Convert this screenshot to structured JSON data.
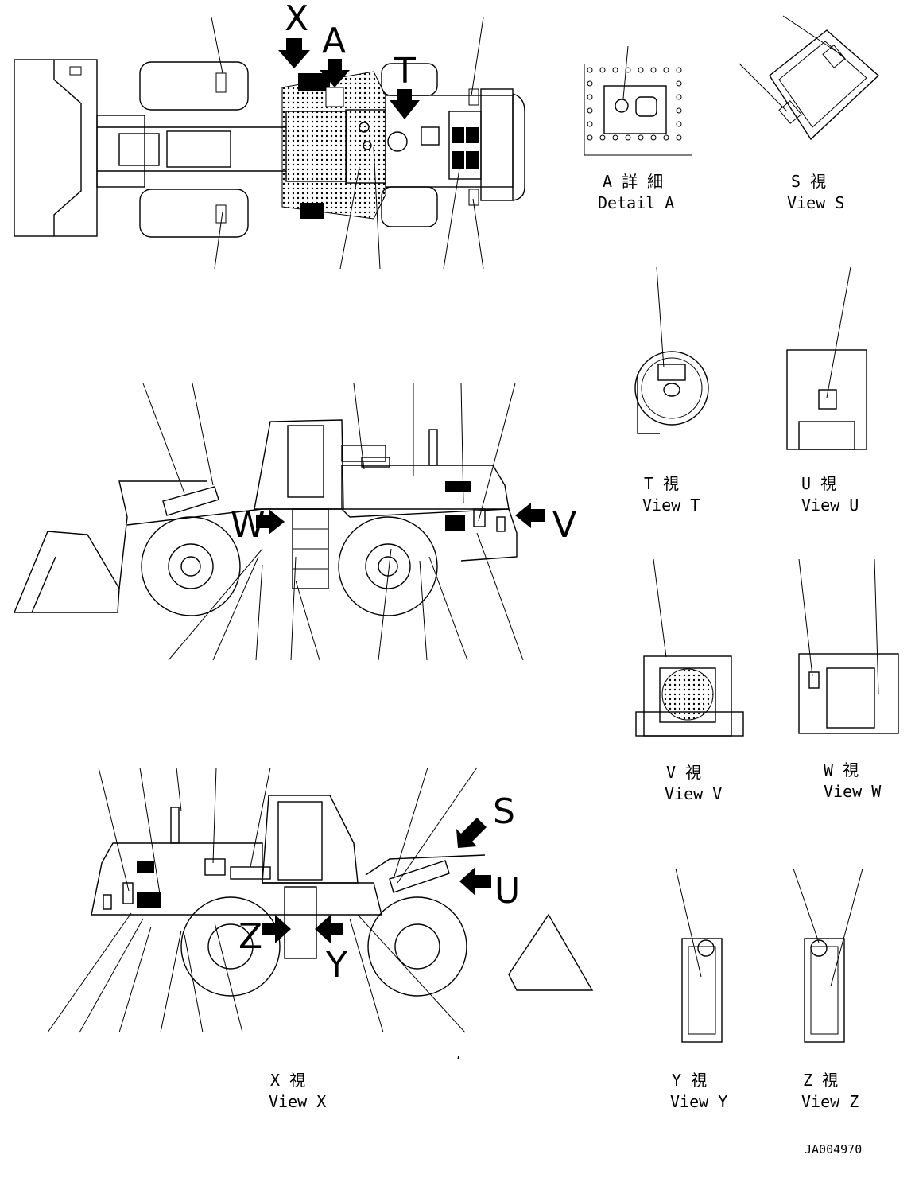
{
  "arrow_letters": {
    "x": "X",
    "a": "A",
    "t": "T",
    "v": "V",
    "w": "W",
    "s": "S",
    "u": "U",
    "z": "Z",
    "y": "Y"
  },
  "views": {
    "detail_a": {
      "jp": "A 詳 細",
      "en": "Detail A"
    },
    "view_s": {
      "jp": "S 視",
      "en": "View S"
    },
    "view_t": {
      "jp": "T 視",
      "en": "View T"
    },
    "view_u": {
      "jp": "U 視",
      "en": "View U"
    },
    "view_v": {
      "jp": "V 視",
      "en": "View V"
    },
    "view_w": {
      "jp": "W 視",
      "en": "View W"
    },
    "view_x": {
      "jp": "X 視",
      "en": "View X"
    },
    "view_y": {
      "jp": "Y 視",
      "en": "View Y"
    },
    "view_z": {
      "jp": "Z 視",
      "en": "View Z"
    }
  },
  "stray_mark": ",",
  "drawing_number": "JA004970"
}
